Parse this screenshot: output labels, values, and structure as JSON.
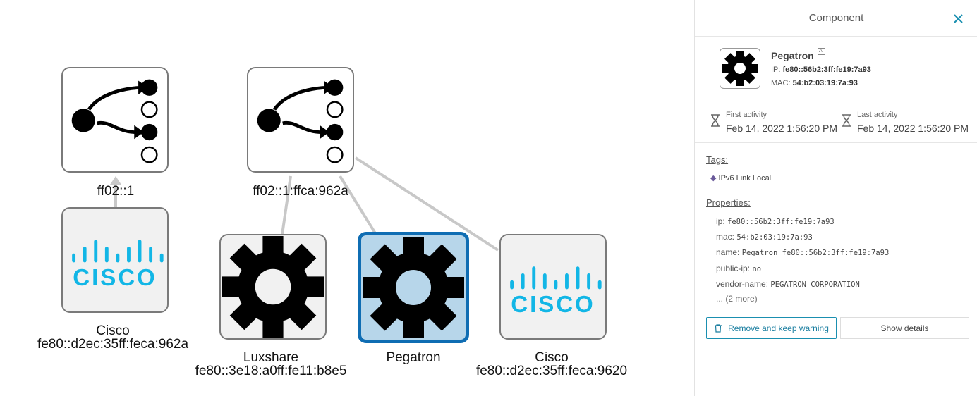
{
  "graph": {
    "nodes": [
      {
        "id": "mc1",
        "kind": "multicast",
        "label_line1": "ff02::1",
        "label_line2": ""
      },
      {
        "id": "mc2",
        "kind": "multicast",
        "label_line1": "ff02::1:ffca:962a",
        "label_line2": ""
      },
      {
        "id": "cisco1",
        "kind": "cisco",
        "label_line1": "Cisco",
        "label_line2": "fe80::d2ec:35ff:feca:962a"
      },
      {
        "id": "luxshare",
        "kind": "gear",
        "label_line1": "Luxshare",
        "label_line2": "fe80::3e18:a0ff:fe11:b8e5"
      },
      {
        "id": "pegatron",
        "kind": "gear",
        "selected": true,
        "label_line1": "Pegatron",
        "label_line2": ""
      },
      {
        "id": "cisco2",
        "kind": "cisco",
        "label_line1": "Cisco",
        "label_line2": "fe80::d2ec:35ff:feca:9620"
      }
    ],
    "cisco_logo_text": "CISCO",
    "colors": {
      "cisco": "#12b6e6",
      "selected_border": "#0f6db3",
      "selected_fill": "#b7d6ea",
      "edge": "#c8c8c8"
    }
  },
  "panel": {
    "title": "Component",
    "component": {
      "name": "Pegatron",
      "ai_badge": "AI",
      "ip_label": "IP:",
      "ip_value": "fe80::56b2:3ff:fe19:7a93",
      "mac_label": "MAC:",
      "mac_value": "54:b2:03:19:7a:93"
    },
    "activity": {
      "first_label": "First activity",
      "first_value": "Feb 14, 2022 1:56:20 PM",
      "last_label": "Last activity",
      "last_value": "Feb 14, 2022 1:56:20 PM"
    },
    "tags_title": "Tags:",
    "tags": [
      "IPv6 Link Local"
    ],
    "properties_title": "Properties:",
    "properties": [
      {
        "key": "ip:",
        "value": "fe80::56b2:3ff:fe19:7a93"
      },
      {
        "key": "mac:",
        "value": "54:b2:03:19:7a:93"
      },
      {
        "key": "name:",
        "value": "Pegatron fe80::56b2:3ff:fe19:7a93"
      },
      {
        "key": "public-ip:",
        "value": "no"
      },
      {
        "key": "vendor-name:",
        "value": "PEGATRON CORPORATION"
      }
    ],
    "more_label": "... (2 more)",
    "buttons": {
      "remove": "Remove and keep warning",
      "details": "Show details"
    }
  }
}
